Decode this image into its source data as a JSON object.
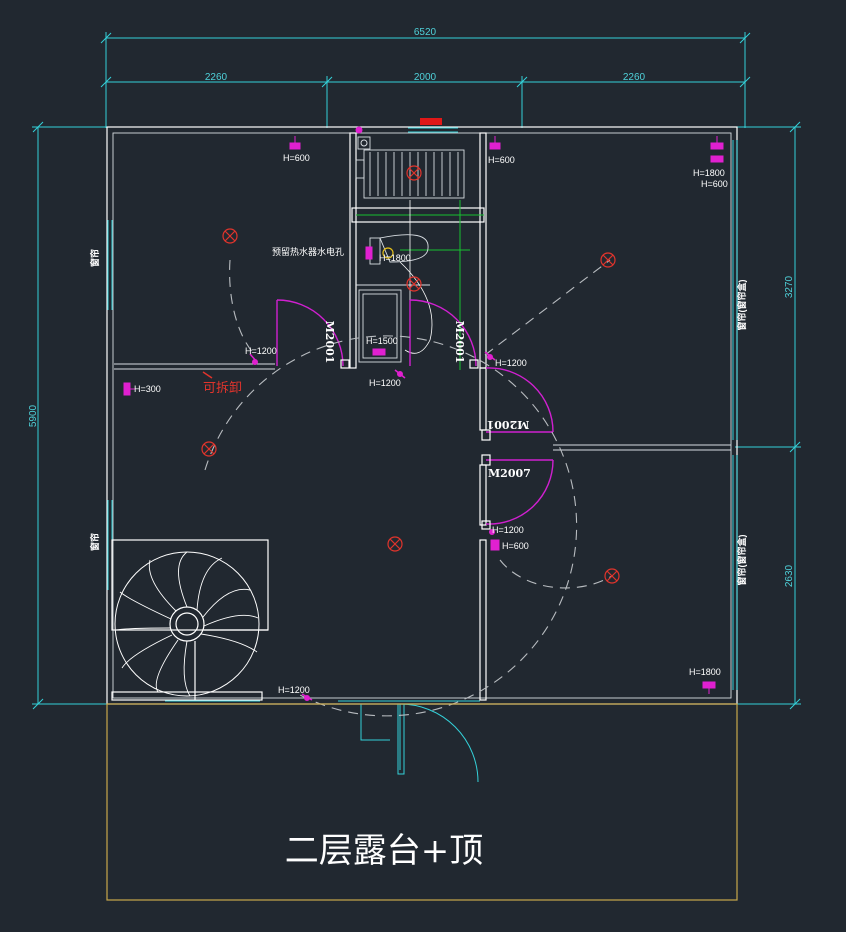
{
  "dimensions": {
    "total_width": "6520",
    "left_width": "2260",
    "middle_width": "2000",
    "right_width": "2260",
    "total_height": "5900",
    "right_upper_height": "3270",
    "right_lower_height": "2630"
  },
  "heights": {
    "h600_a": "H=600",
    "h600_b": "H=600",
    "h1800_a": "H=1800",
    "h600_c": "H=600",
    "h1800_b": "H=1800",
    "h1500": "H=1500",
    "h1200_a": "H=1200",
    "h1200_b": "H=1200",
    "h1200_c": "H=1200",
    "h300": "H=300",
    "h1200_d": "H=1200",
    "h600_d": "H=600",
    "h1800_c": "H=1800",
    "h1200_e": "H=1200"
  },
  "door_codes": {
    "m2001_left": "M2001",
    "m2001_right": "M2001",
    "m2001_mid": "M2001",
    "m2007": "M2007"
  },
  "annotations": {
    "water_heater": "预留热水器水电孔",
    "removable": "可拆卸",
    "win_left_upper": "窗帘",
    "win_left_lower": "窗帘",
    "win_right_upper": "窗帘(窗帘盒)",
    "win_right_lower": "窗帘(窗帘盒)"
  },
  "title": "二层露台+顶",
  "colors": {
    "background": "#212830",
    "wall": "#ffffff",
    "dimension": "#34d1d9",
    "door": "#d020d0",
    "fixture_mark": "#e0342c",
    "terrace": "#c8a84a"
  }
}
